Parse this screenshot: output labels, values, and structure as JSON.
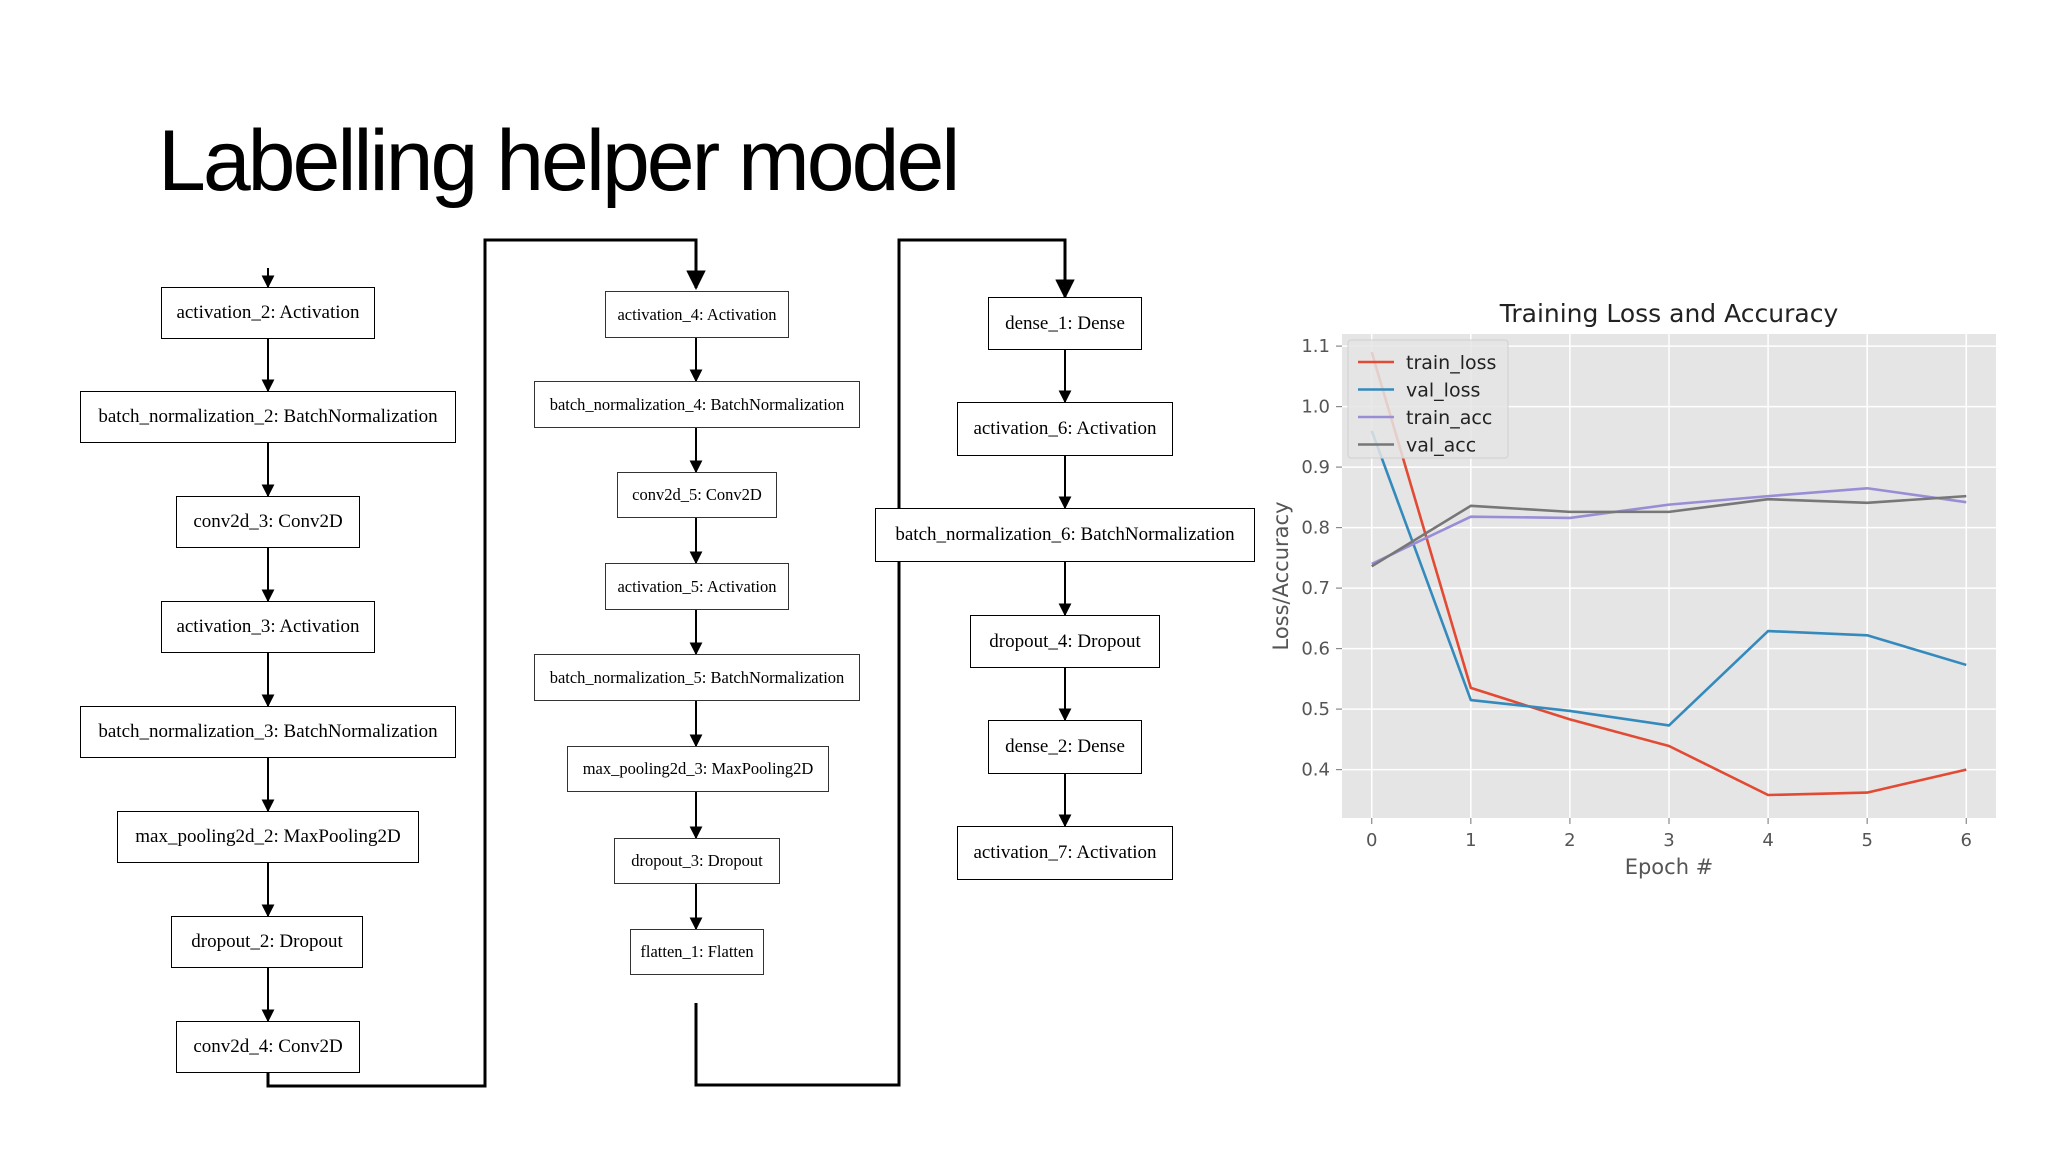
{
  "title": "Labelling helper model",
  "diagram": {
    "nodes": [
      {
        "id": "n1",
        "label": "activation_2: Activation"
      },
      {
        "id": "n2",
        "label": "batch_normalization_2: BatchNormalization"
      },
      {
        "id": "n3",
        "label": "conv2d_3: Conv2D"
      },
      {
        "id": "n4",
        "label": "activation_3: Activation"
      },
      {
        "id": "n5",
        "label": "batch_normalization_3: BatchNormalization"
      },
      {
        "id": "n6",
        "label": "max_pooling2d_2: MaxPooling2D"
      },
      {
        "id": "n7",
        "label": "dropout_2: Dropout"
      },
      {
        "id": "n8",
        "label": "conv2d_4: Conv2D"
      },
      {
        "id": "n9",
        "label": "activation_4: Activation"
      },
      {
        "id": "n10",
        "label": "batch_normalization_4: BatchNormalization"
      },
      {
        "id": "n11",
        "label": "conv2d_5: Conv2D"
      },
      {
        "id": "n12",
        "label": "activation_5: Activation"
      },
      {
        "id": "n13",
        "label": "batch_normalization_5: BatchNormalization"
      },
      {
        "id": "n14",
        "label": "max_pooling2d_3: MaxPooling2D"
      },
      {
        "id": "n15",
        "label": "dropout_3: Dropout"
      },
      {
        "id": "n16",
        "label": "flatten_1: Flatten"
      },
      {
        "id": "n17",
        "label": "dense_1: Dense"
      },
      {
        "id": "n18",
        "label": "activation_6: Activation"
      },
      {
        "id": "n19",
        "label": "batch_normalization_6: BatchNormalization"
      },
      {
        "id": "n20",
        "label": "dropout_4: Dropout"
      },
      {
        "id": "n21",
        "label": "dense_2: Dense"
      },
      {
        "id": "n22",
        "label": "activation_7: Activation"
      }
    ]
  },
  "chart_data": {
    "type": "line",
    "title": "Training Loss and Accuracy",
    "xlabel": "Epoch #",
    "ylabel": "Loss/Accuracy",
    "x": [
      0,
      1,
      2,
      3,
      4,
      5,
      6
    ],
    "xticks": [
      "0",
      "1",
      "2",
      "3",
      "4",
      "5",
      "6"
    ],
    "yticks": [
      "0.4",
      "0.5",
      "0.6",
      "0.7",
      "0.8",
      "0.9",
      "1.0",
      "1.1"
    ],
    "xlim": [
      -0.3,
      6.3
    ],
    "ylim": [
      0.32,
      1.12
    ],
    "grid": true,
    "legend": "top-left",
    "background": "#e5e5e5",
    "series": [
      {
        "name": "train_loss",
        "color": "#e24a33",
        "values": [
          1.09,
          0.535,
          0.483,
          0.439,
          0.358,
          0.362,
          0.4
        ]
      },
      {
        "name": "val_loss",
        "color": "#348abd",
        "values": [
          0.96,
          0.515,
          0.497,
          0.473,
          0.629,
          0.622,
          0.573
        ]
      },
      {
        "name": "train_acc",
        "color": "#988ed5",
        "values": [
          0.74,
          0.818,
          0.816,
          0.838,
          0.852,
          0.865,
          0.842
        ]
      },
      {
        "name": "val_acc",
        "color": "#777777",
        "values": [
          0.736,
          0.836,
          0.826,
          0.826,
          0.847,
          0.841,
          0.852
        ]
      }
    ]
  }
}
